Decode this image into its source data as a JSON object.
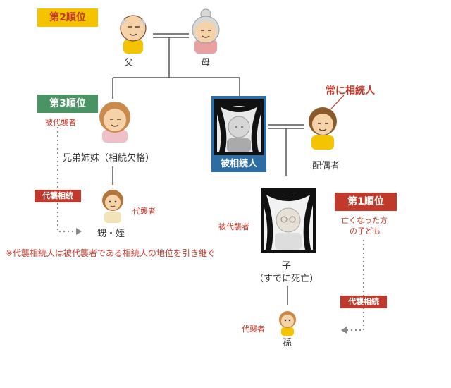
{
  "rank2_label": "第2順位",
  "rank3_label": "第3順位",
  "rank1_label": "第1順位",
  "always_heir_label": "常に相続人",
  "father_label": "父",
  "mother_label": "母",
  "siblings_label": "兄弟姉妹（相続欠格）",
  "decedent_label": "被相続人",
  "spouse_label": "配偶者",
  "nephew_label": "甥・姪",
  "child_label": "子",
  "child_sub_label": "（すでに死亡）",
  "grandchild_label": "孫",
  "substituted_label_siblings": "被代襲者",
  "substituted_label_child": "被代襲者",
  "substitute_label_nephew": "代襲者",
  "substitute_label_grandchild": "代襲者",
  "proxy_inheritance_tag_left": "代襲相続",
  "proxy_inheritance_tag_right": "代襲相続",
  "rank1_note_line1": "亡くなった方",
  "rank1_note_line2": "の子ども",
  "footnote": "※代襲相続人は被代襲者である相続人の地位を引き継ぐ",
  "colors": {
    "red": "#c0392b",
    "yellow": "#f5c400",
    "green": "#4a9464",
    "blue": "#2e6da4",
    "line": "#555555"
  }
}
